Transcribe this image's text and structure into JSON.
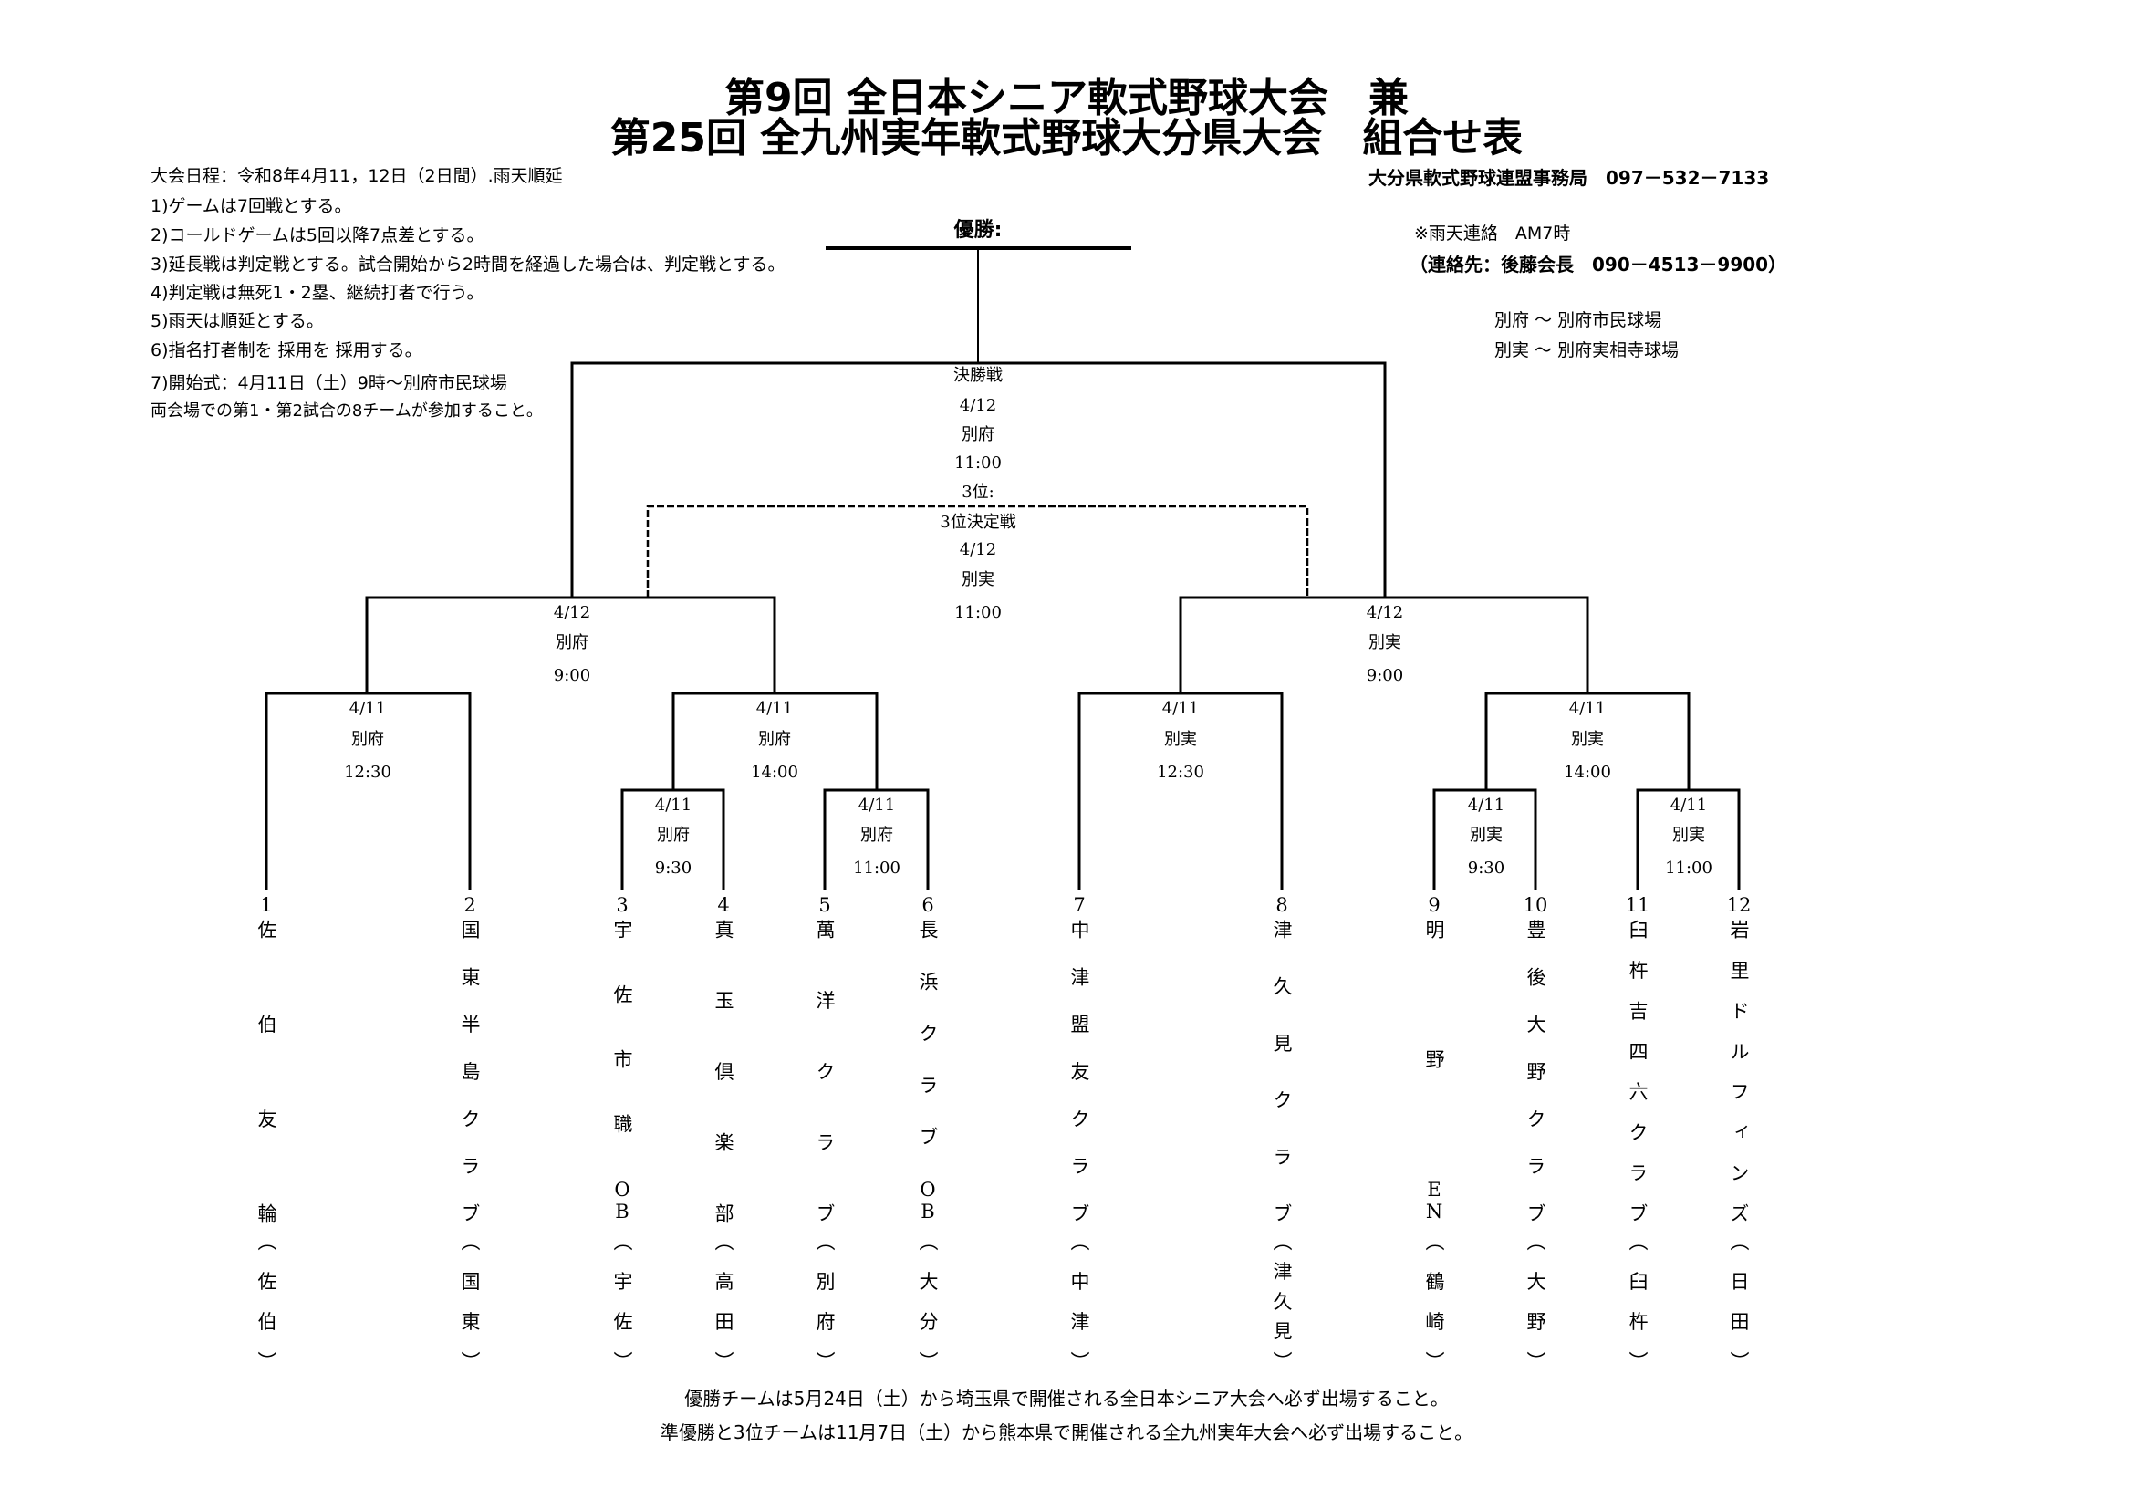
{
  "title": {
    "line1": "第9回 全日本シニア軟式野球大会　兼",
    "line2": "第25回 全九州実年軟式野球大分県大会　組合せ表"
  },
  "notes": [
    "大会日程：令和8年4月11，12日（2日間）.雨天順延",
    "1)ゲームは7回戦とする。",
    "2)コールドゲームは5回以降7点差とする。",
    "3)延長戦は判定戦とする。試合開始から2時間を経過した場合は、判定戦とする。",
    "4)判定戦は無死1・2塁、継続打者で行う。",
    "5)雨天は順延とする。",
    "6)指名打者制を 採用を 採用する。",
    "7)開始式：4月11日（土）9時～別府市民球場",
    "両会場での第1・第2試合の8チームが参加すること。"
  ],
  "office": "大分県軟式野球連盟事務局　097－532－7133",
  "rain_contact": "※雨天連絡　AM7時",
  "contact": "（連絡先：後藤会長　090－4513－9900）",
  "venues": [
    "別府 ～ 別府市民球場",
    "別実 ～ 別府実相寺球場"
  ],
  "champion_label": "優勝:",
  "final": {
    "title": "決勝戦",
    "date": "4/12",
    "venue": "別府",
    "time": "11:00",
    "third_label": "3位:"
  },
  "third_place": {
    "title": "3位決定戦",
    "date": "4/12",
    "venue": "別実",
    "time": "11:00"
  },
  "semis": [
    {
      "date": "4/12",
      "venue": "別府",
      "time": "9:00"
    },
    {
      "date": "4/12",
      "venue": "別実",
      "time": "9:00"
    }
  ],
  "quarters": [
    {
      "date": "4/11",
      "venue": "別府",
      "time": "12:30"
    },
    {
      "date": "4/11",
      "venue": "別府",
      "time": "14:00"
    },
    {
      "date": "4/11",
      "venue": "別実",
      "time": "12:30"
    },
    {
      "date": "4/11",
      "venue": "別実",
      "time": "14:00"
    }
  ],
  "first_round": [
    {
      "date": "4/11",
      "venue": "別府",
      "time": "9:30"
    },
    {
      "date": "4/11",
      "venue": "別府",
      "time": "11:00"
    },
    {
      "date": "4/11",
      "venue": "別実",
      "time": "9:30"
    },
    {
      "date": "4/11",
      "venue": "別実",
      "time": "11:00"
    }
  ],
  "teams": [
    {
      "num": "1",
      "name": "佐伯友輪",
      "loc": "（佐伯）"
    },
    {
      "num": "2",
      "name": "国東半島クラブ",
      "loc": "（国東）"
    },
    {
      "num": "3",
      "name": "宇佐市職OB",
      "loc": "（宇佐）"
    },
    {
      "num": "4",
      "name": "真玉倶楽部",
      "loc": "（高田）"
    },
    {
      "num": "5",
      "name": "萬洋クラブ",
      "loc": "（別府）"
    },
    {
      "num": "6",
      "name": "長浜クラブOB",
      "loc": "（大分）"
    },
    {
      "num": "7",
      "name": "中津盟友クラブ",
      "loc": "（中津）"
    },
    {
      "num": "8",
      "name": "津久見クラブ",
      "loc": "（津久見）"
    },
    {
      "num": "9",
      "name": "明野EN",
      "loc": "（鶴崎）"
    },
    {
      "num": "10",
      "name": "豊後大野クラブ",
      "loc": "（大野）"
    },
    {
      "num": "11",
      "name": "臼杵吉四六クラブ",
      "loc": "（臼杵）"
    },
    {
      "num": "12",
      "name": "岩里ドルフィンズ",
      "loc": "（日田）"
    }
  ],
  "footer": [
    "優勝チームは5月24日（土）から埼玉県で開催される全日本シニア大会へ必ず出場すること。",
    "準優勝と3位チームは11月7日（土）から熊本県で開催される全九州実年大会へ必ず出場すること。"
  ]
}
